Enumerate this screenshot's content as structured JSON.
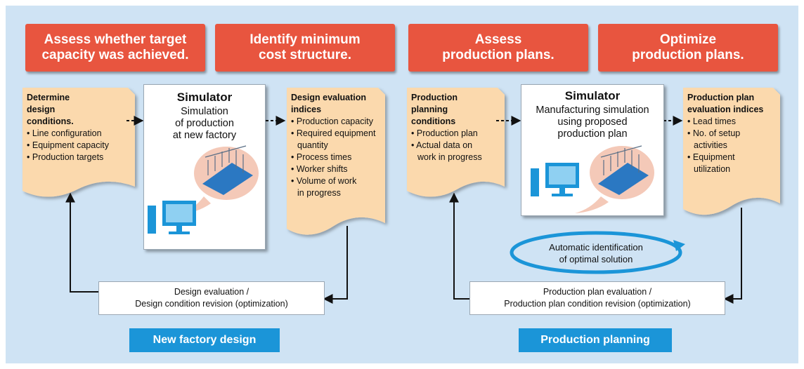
{
  "headers": [
    "Assess whether target\ncapacity was achieved.",
    "Identify minimum\ncost structure.",
    "Assess\nproduction plans.",
    "Optimize\nproduction plans."
  ],
  "design_conditions": {
    "title": "Determine\ndesign\nconditions.",
    "items": [
      "Line configuration",
      "Equipment capacity",
      "Production targets"
    ]
  },
  "simulator_left": {
    "title": "Simulator",
    "description": "Simulation\nof production\nat new factory"
  },
  "design_indices": {
    "title": "Design evaluation\nindices",
    "items": [
      "Production capacity",
      "Required equipment\nquantity",
      "Process times",
      "Worker shifts",
      "Volume of work\nin progress"
    ]
  },
  "planning_conditions": {
    "title": "Production\nplanning\nconditions",
    "items": [
      "Production plan",
      "Actual data on\nwork in progress"
    ]
  },
  "simulator_right": {
    "title": "Simulator",
    "description": "Manufacturing simulation\nusing proposed\nproduction plan"
  },
  "plan_indices": {
    "title": "Production plan\nevaluation indices",
    "items": [
      "Lead times",
      "No. of setup\nactivities",
      "Equipment\nutilization"
    ]
  },
  "feedback_left": "Design evaluation /\nDesign condition revision (optimization)",
  "feedback_right": "Production plan evaluation /\nProduction plan condition revision (optimization)",
  "auto_label": "Automatic identification\nof optimal solution",
  "section_labels": [
    "New factory design",
    "Production planning"
  ],
  "colors": {
    "background": "#cfe3f4",
    "header": "#e8553f",
    "document": "#fbd9ad",
    "section_label": "#1b95d8",
    "monitor": "#1b95d8",
    "bubble": "#f4c9b8"
  }
}
